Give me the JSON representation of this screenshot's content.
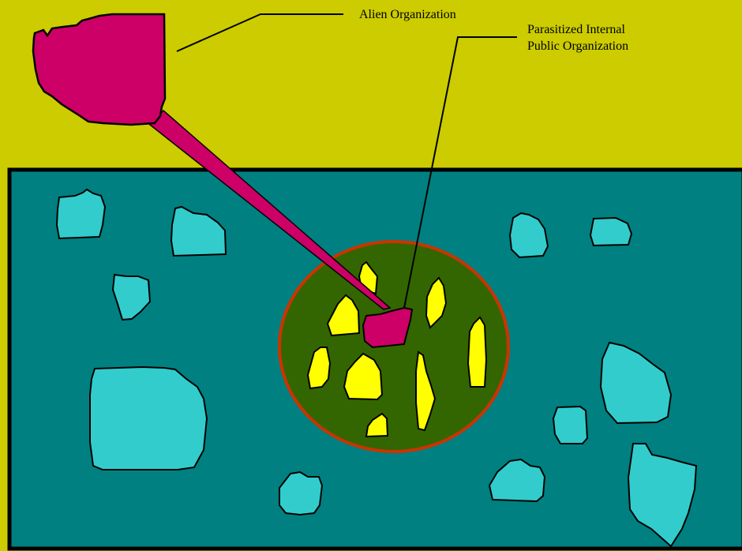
{
  "labels": {
    "alien_organization": "Alien Organization",
    "parasitized_line1": "Parasitized Internal",
    "parasitized_line2": "Public Organization"
  },
  "colors": {
    "outside_background": "#cccc00",
    "host_body": "#008080",
    "cyan_cell": "#33cccc",
    "parasitized_region": "#336600",
    "parasitized_border": "#cc3300",
    "yellow_cell": "#ffff00",
    "alien": "#cc0066",
    "outline": "#000000"
  }
}
